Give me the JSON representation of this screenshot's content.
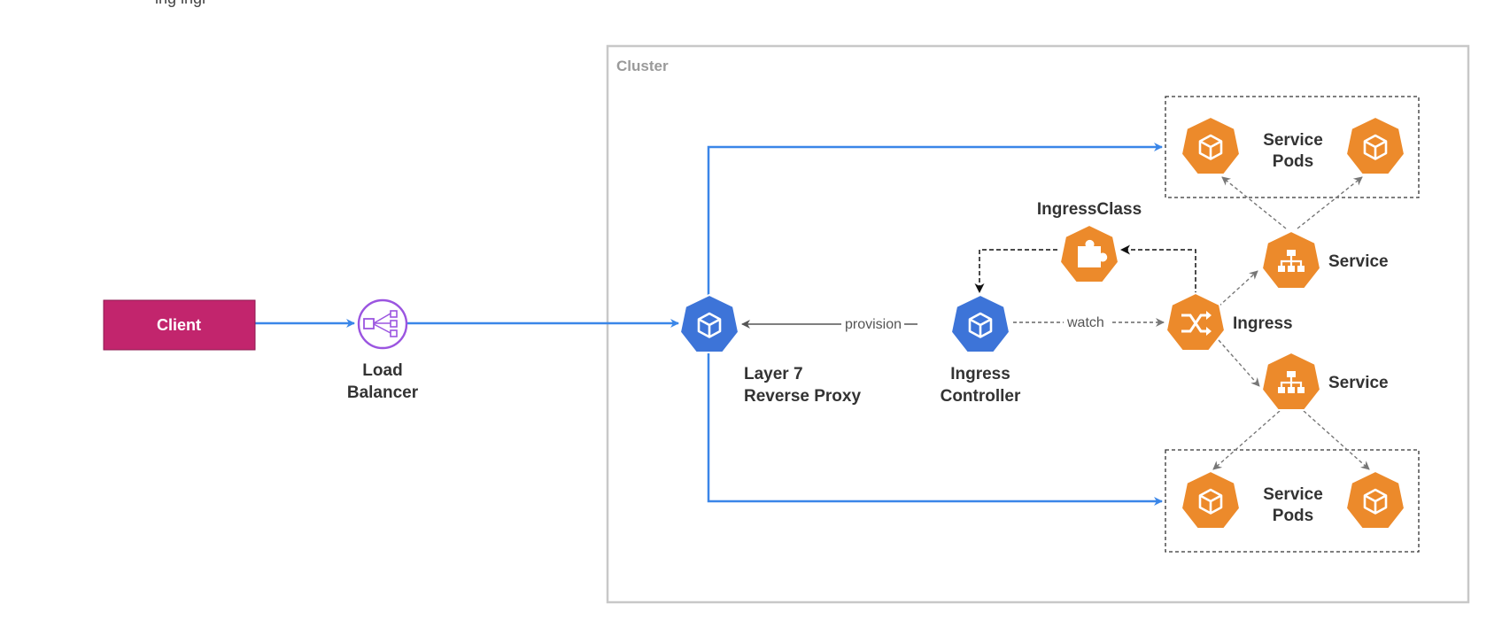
{
  "top_text": "ing ingr",
  "cluster": {
    "label": "Cluster"
  },
  "client": {
    "label": "Client"
  },
  "load_balancer": {
    "line1": "Load",
    "line2": "Balancer"
  },
  "proxy": {
    "line1": "Layer 7",
    "line2": "Reverse Proxy"
  },
  "controller": {
    "line1": "Ingress",
    "line2": "Controller"
  },
  "ingress_class": {
    "label": "IngressClass"
  },
  "ingress": {
    "label": "Ingress"
  },
  "service_top": {
    "label": "Service"
  },
  "service_bottom": {
    "label": "Service"
  },
  "pods_top": {
    "line1": "Service",
    "line2": "Pods"
  },
  "pods_bottom": {
    "line1": "Service",
    "line2": "Pods"
  },
  "edges": {
    "provision": "provision",
    "watch": "watch"
  },
  "colors": {
    "client": "#c2256d",
    "blue_node": "#3d74d8",
    "orange_node": "#ec8a2b",
    "blue_line": "#3a86e8",
    "load_balancer": "#9b55e0",
    "cluster_border": "#c8c8c8"
  }
}
